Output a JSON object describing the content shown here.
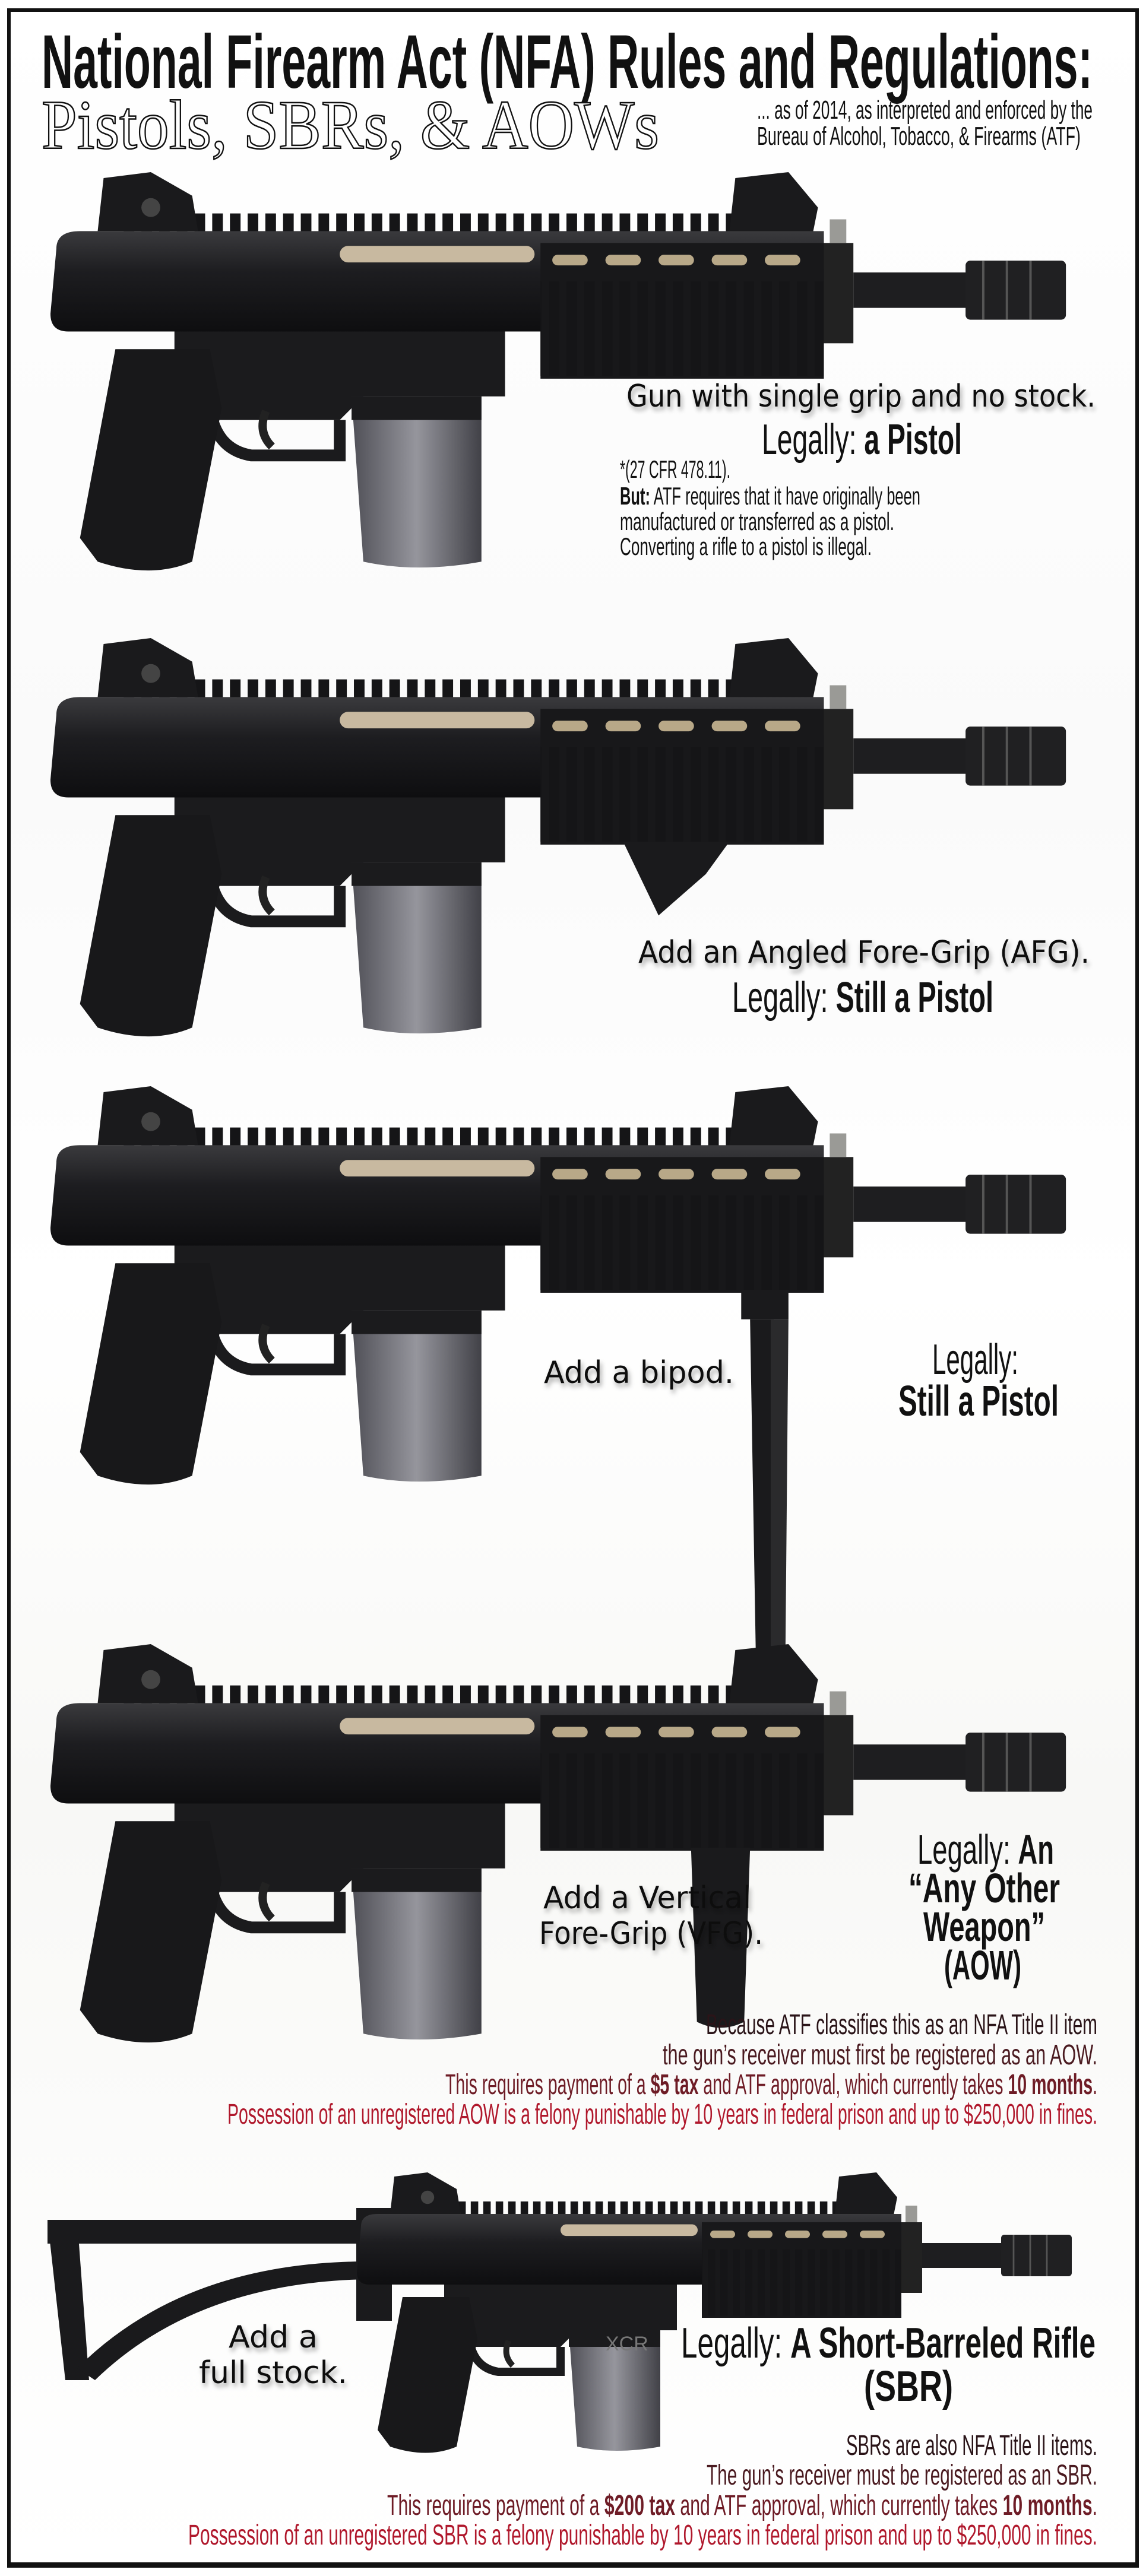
{
  "header": {
    "title": "National Firearm Act (NFA) Rules and Regulations:",
    "subtitle": "Pistols, SBRs, & AOWs",
    "note_line1": "... as of 2014, as interpreted and enforced by the",
    "note_line2": "Bureau of Alcohol, Tobacco, & Firearms (ATF)"
  },
  "panels": [
    {
      "caption": "Gun with single grip and no stock.",
      "legal_prefix": "Legally: ",
      "legal_bold": "a Pistol",
      "footnote": "*(27 CFR 478.11).",
      "but_label": "But:",
      "but_text": " ATF requires that it have originally been",
      "line2": "manufactured or transferred as a pistol.",
      "line3": "Converting a rifle to a pistol is illegal."
    },
    {
      "caption": "Add an Angled Fore-Grip (AFG).",
      "legal_prefix": "Legally: ",
      "legal_bold": "Still a Pistol"
    },
    {
      "caption": "Add a bipod.",
      "legal_prefix": "Legally:",
      "legal_bold": "Still a Pistol"
    },
    {
      "caption_line1": "Add a Vertical",
      "caption_line2": "Fore-Grip (VFG).",
      "legal_prefix": "Legally: ",
      "legal_bold_line1": "An",
      "legal_bold_line2": "“Any Other",
      "legal_bold_line3": "Weapon”",
      "legal_bold_line4": "(AOW)",
      "para_line1": "Because ATF classifies this as an NFA Title II item",
      "para_line2": "the gun’s receiver must first be registered as an AOW.",
      "para_line3_pre": "This requires payment of a ",
      "para_line3_bold1": "$5 tax",
      "para_line3_mid": " and ATF approval, which currently takes ",
      "para_line3_bold2": "10 months",
      "para_line3_post": ".",
      "para_line4": "Possession of an unregistered AOW is a felony punishable by 10 years in federal prison and up to $250,000 in fines."
    },
    {
      "caption_line1": "Add a",
      "caption_line2": "full stock.",
      "legal_prefix": "Legally: ",
      "legal_bold_line1": "A Short-Barreled Rifle",
      "legal_bold_line2": "(SBR)",
      "receiver_marking": "XCR",
      "para_line1": "SBRs are also NFA Title II items.",
      "para_line2": "The gun’s receiver must be registered as an SBR.",
      "para_line3_pre": "This requires payment of a ",
      "para_line3_bold1": "$200 tax",
      "para_line3_mid": " and ATF approval, which currently takes ",
      "para_line3_bold2": "10 months",
      "para_line3_post": ".",
      "para_line4": "Possession of an unregistered SBR is a felony punishable by 10 years in federal prison and up to $250,000 in fines."
    }
  ],
  "colors": {
    "text": "#111111",
    "maroon_dark": "#2a1418",
    "maroon": "#6e1c26",
    "red": "#b0182c",
    "gun": "#1c1c1e"
  }
}
